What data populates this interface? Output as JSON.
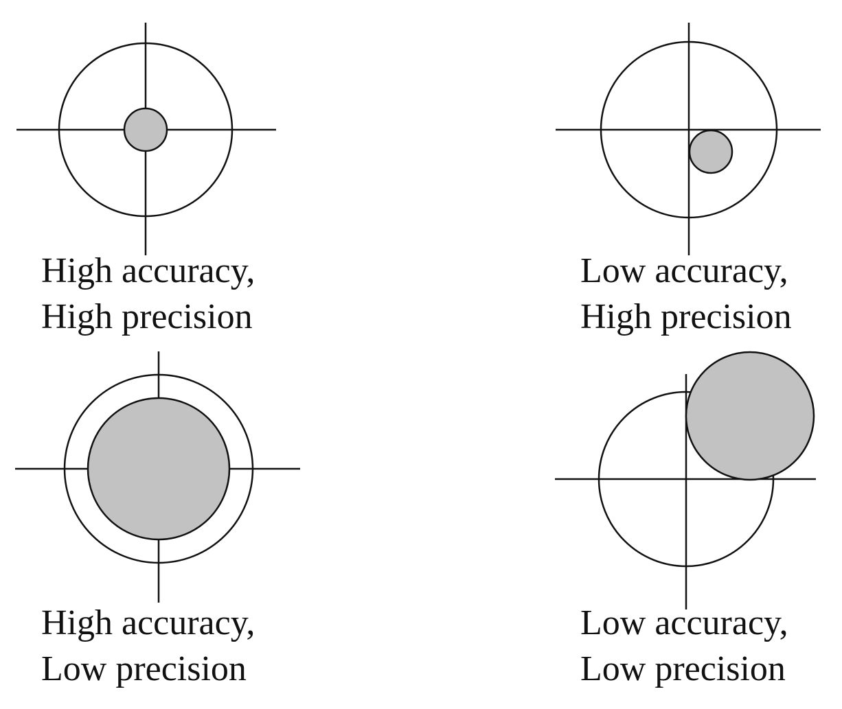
{
  "colors": {
    "stroke": "#111111",
    "spread_fill": "#c2c2c2",
    "background": "#ffffff"
  },
  "panels": [
    {
      "line1": "High accuracy,",
      "line2": "High precision"
    },
    {
      "line1": "Low accuracy,",
      "line2": "High precision"
    },
    {
      "line1": "High accuracy,",
      "line2": "Low precision"
    },
    {
      "line1": "Low accuracy,",
      "line2": "Low precision"
    }
  ]
}
